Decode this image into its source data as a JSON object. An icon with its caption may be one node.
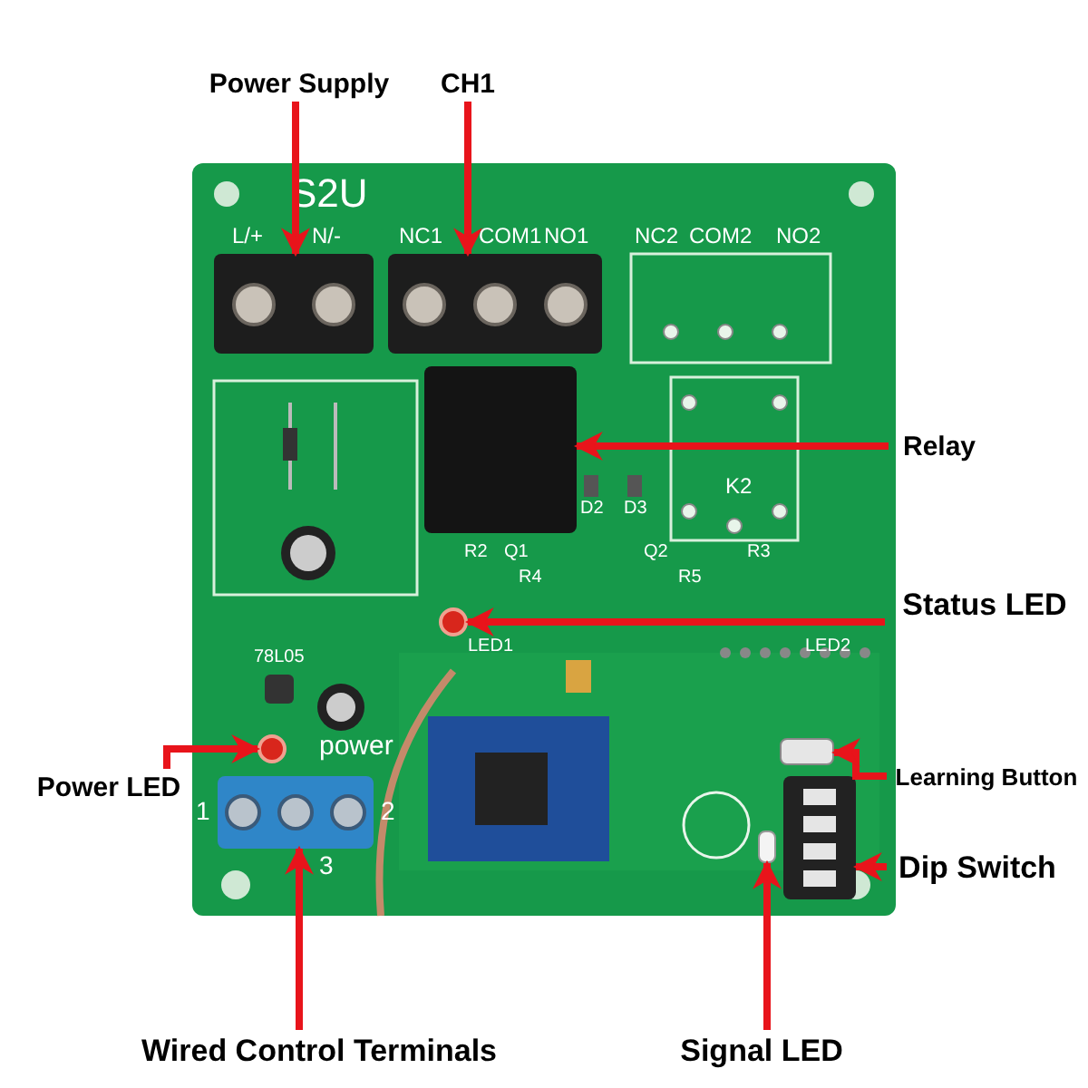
{
  "diagram": {
    "nodes": [
      {
        "text": [
          "Power Supply"
        ]
      },
      {
        "text": [
          "CH1"
        ]
      },
      {
        "text": [
          "Relay"
        ]
      },
      {
        "text": [
          "Status LED"
        ]
      },
      {
        "text": [
          "Power LED"
        ]
      },
      {
        "text": [
          "Learning Button"
        ]
      },
      {
        "text": [
          "Dip Switch"
        ]
      },
      {
        "text": [
          "Wired Control Terminals"
        ]
      },
      {
        "text": [
          "Signal LED"
        ]
      },
      {
        "text": [],
        "shape": "box"
      },
      {
        "text": [],
        "shape": "box"
      },
      {
        "text": [],
        "shape": "box"
      },
      {
        "text": [],
        "shape": "circle"
      },
      {
        "text": [],
        "shape": "circle"
      },
      {
        "text": [],
        "shape": "box"
      },
      {
        "text": [],
        "shape": "box"
      },
      {
        "text": [],
        "shape": "box"
      },
      {
        "text": [],
        "shape": "box"
      }
    ],
    "edges": [
      {
        "from": 0,
        "to": 9,
        "arrow": "to"
      },
      {
        "from": 1,
        "to": 10,
        "arrow": "to"
      },
      {
        "from": 2,
        "to": 11,
        "arrow": "to"
      },
      {
        "from": 3,
        "to": 12,
        "arrow": "to"
      },
      {
        "from": 4,
        "to": 13,
        "arrow": "to"
      },
      {
        "from": 5,
        "to": 14,
        "arrow": "to"
      },
      {
        "from": 6,
        "to": 15,
        "arrow": "to"
      },
      {
        "from": 7,
        "to": 16,
        "arrow": "to"
      },
      {
        "from": 8,
        "to": 17,
        "arrow": "to"
      }
    ],
    "labels": [
      "S2U",
      "L/+",
      "N/-",
      "NC1",
      "COM1",
      "NO1",
      "NC2",
      "COM2",
      "NO2",
      "K2",
      "D2",
      "D3",
      "R2",
      "Q1",
      "Q2",
      "R3",
      "R4",
      "R5",
      "LED1",
      "LED2",
      "78L05",
      "power",
      "1",
      "2",
      "3"
    ]
  }
}
